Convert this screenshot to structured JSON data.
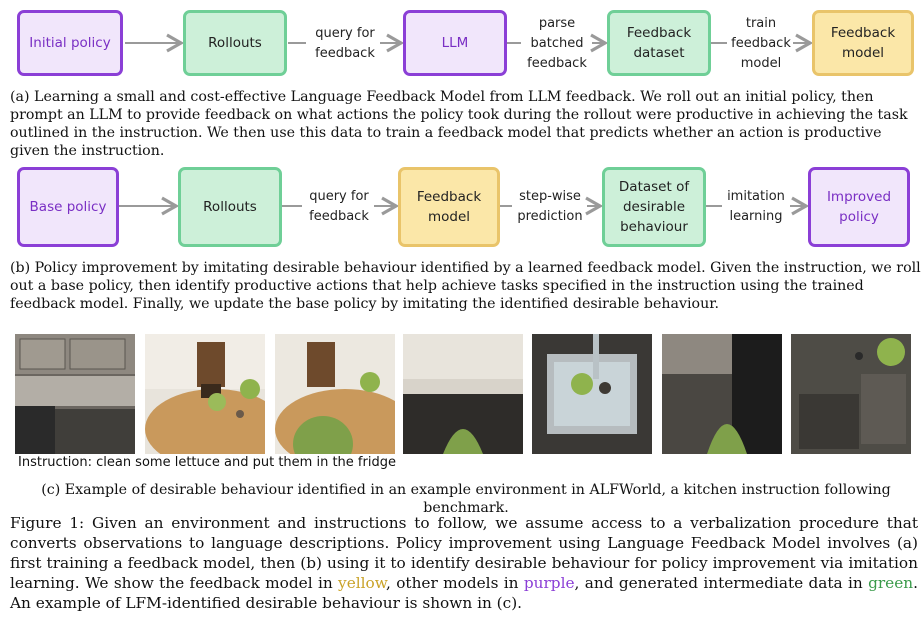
{
  "panel_a": {
    "boxes": [
      "Initial policy",
      "Rollouts",
      "LLM",
      "Feedback\ndataset",
      "Feedback\nmodel"
    ],
    "edge_labels": [
      "query for\nfeedback",
      "parse\nbatched\nfeedback",
      "train\nfeedback\nmodel"
    ],
    "caption": "(a) Learning a small and cost-effective Language Feedback Model from LLM feedback. We roll out an initial policy, then prompt an LLM to provide feedback on what actions the policy took during the rollout were productive in achieving the task outlined in the instruction. We then use this data to train a feedback model that predicts whether an action is productive given the instruction."
  },
  "panel_b": {
    "boxes": [
      "Base policy",
      "Rollouts",
      "Feedback\nmodel",
      "Dataset of\ndesirable\nbehaviour",
      "Improved\npolicy"
    ],
    "edge_labels": [
      "query for\nfeedback",
      "step-wise\nprediction",
      "imitation\nlearning"
    ],
    "caption": "(b) Policy improvement by imitating desirable behaviour identified by a learned feedback model. Given the instruction, we roll out a base policy, then identify productive actions that help achieve tasks specified in the instruction using the trained feedback model. Finally, we update the base policy by imitating the identified desirable behaviour."
  },
  "panel_c": {
    "instruction": "Instruction: clean some lettuce and put them in the fridge",
    "caption": "(c) Example of desirable behaviour identified in an example environment in ALFWorld, a kitchen instruction following benchmark."
  },
  "figure_caption": {
    "p1": "Figure 1: Given an environment and instructions to follow, we assume access to a verbalization procedure that converts observations to language descriptions. Policy improvement using Language Feedback Model involves (a) first training a feedback model, then (b) using it to identify desirable behaviour for policy improvement via imitation learning. We show the feedback model in ",
    "yellow": "yellow",
    "p2": ", other models in ",
    "purple": "purple",
    "p3": ", and generated intermediate data in ",
    "green": "green",
    "p4": ". An example of LFM-identified desirable behaviour is shown in (c)."
  },
  "colors": {
    "purple_border": "#8b3fd6",
    "green_border": "#6fcf97",
    "yellow_border": "#e9c46a",
    "arrow": "#9a9a9a"
  }
}
